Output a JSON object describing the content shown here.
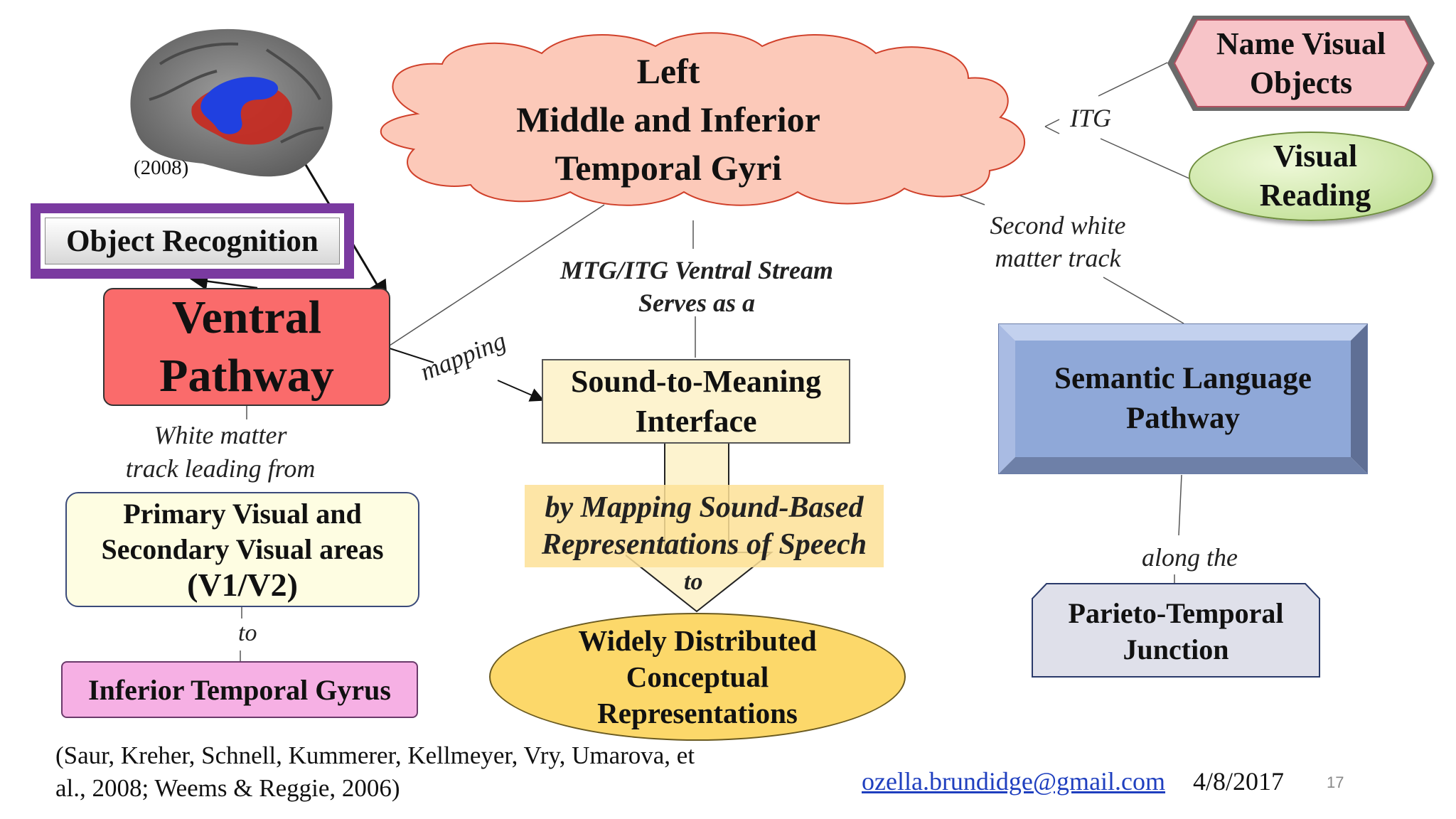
{
  "brain": {
    "year": "(2008)"
  },
  "cloud": {
    "lines": [
      "Left",
      "Middle and Inferior",
      "Temporal Gyri"
    ]
  },
  "hexagon": {
    "lines": [
      "Name Visual",
      "Objects"
    ]
  },
  "oval_green": {
    "lines": [
      "Visual",
      "Reading"
    ]
  },
  "object_recognition": {
    "label": "Object Recognition"
  },
  "ventral": {
    "lines": [
      "Ventral",
      "Pathway"
    ]
  },
  "mapping_label": "mapping",
  "mtg_label": {
    "lines": [
      "MTG/ITG Ventral Stream",
      "Serves as a"
    ]
  },
  "sound_meaning": {
    "lines": [
      "Sound-to-Meaning",
      "Interface"
    ]
  },
  "by_mapping": {
    "lines": [
      "by Mapping Sound-Based",
      "Representations of Speech"
    ]
  },
  "to_center": "to",
  "widely": {
    "lines": [
      "Widely Distributed",
      "Conceptual",
      "Representations"
    ]
  },
  "white_matter": {
    "lines": [
      "White matter",
      "track leading from"
    ]
  },
  "primary_visual": {
    "lines": [
      "Primary Visual and",
      "Secondary Visual areas",
      "(V1/V2)"
    ]
  },
  "to_left": "to",
  "inferior_temporal": {
    "label": "Inferior Temporal Gyrus"
  },
  "itg_label": "ITG",
  "second_white": {
    "lines": [
      "Second white",
      "matter track"
    ]
  },
  "semantic": {
    "lines": [
      "Semantic Language",
      "Pathway"
    ]
  },
  "along": "along the",
  "parieto": {
    "lines": [
      "Parieto-Temporal",
      "Junction"
    ]
  },
  "citation": {
    "lines": [
      "(Saur, Kreher, Schnell, Kummerer, Kellmeyer, Vry, Umarova, et",
      "al., 2008; Weems & Reggie, 2006)"
    ]
  },
  "footer": {
    "email": "ozella.brundidge@gmail.com",
    "date": "4/8/2017",
    "page": "17"
  },
  "colors": {
    "cloud_fill": "#fcc9b9",
    "cloud_stroke": "#d0402a",
    "hex_fill": "#f7c4c8",
    "green_fill": "#cfe8a8",
    "obj_border": "#7a3aa0",
    "ventral_fill": "#fa6b6b",
    "box_yellow": "#fdf3cf",
    "primary_fill": "#fefde2",
    "pink_fill": "#f6b0e4",
    "widely_fill": "#fcd86a",
    "semantic_fill": "#8fa8d8",
    "parieto_fill": "#dfe0ea"
  }
}
